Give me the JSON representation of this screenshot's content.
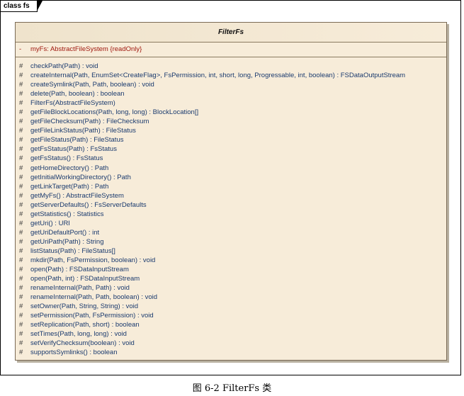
{
  "frame": {
    "label": "class fs"
  },
  "class": {
    "name": "FilterFs",
    "attributes": [
      {
        "vis": "-",
        "text": "myFs:  AbstractFileSystem {readOnly}"
      }
    ],
    "operations": [
      {
        "vis": "#",
        "text": "checkPath(Path) : void"
      },
      {
        "vis": "#",
        "text": "createInternal(Path, EnumSet<CreateFlag>, FsPermission, int, short, long, Progressable, int, boolean) : FSDataOutputStream"
      },
      {
        "vis": "#",
        "text": "createSymlink(Path, Path, boolean) : void"
      },
      {
        "vis": "#",
        "text": "delete(Path, boolean) : boolean"
      },
      {
        "vis": "#",
        "text": "FilterFs(AbstractFileSystem)"
      },
      {
        "vis": "#",
        "text": "getFileBlockLocations(Path, long, long) : BlockLocation[]"
      },
      {
        "vis": "#",
        "text": "getFileChecksum(Path) : FileChecksum"
      },
      {
        "vis": "#",
        "text": "getFileLinkStatus(Path) : FileStatus"
      },
      {
        "vis": "#",
        "text": "getFileStatus(Path) : FileStatus"
      },
      {
        "vis": "#",
        "text": "getFsStatus(Path) : FsStatus"
      },
      {
        "vis": "#",
        "text": "getFsStatus() : FsStatus"
      },
      {
        "vis": "#",
        "text": "getHomeDirectory() : Path"
      },
      {
        "vis": "#",
        "text": "getInitialWorkingDirectory() : Path"
      },
      {
        "vis": "#",
        "text": "getLinkTarget(Path) : Path"
      },
      {
        "vis": "#",
        "text": "getMyFs() : AbstractFileSystem"
      },
      {
        "vis": "#",
        "text": "getServerDefaults() : FsServerDefaults"
      },
      {
        "vis": "#",
        "text": "getStatistics() : Statistics"
      },
      {
        "vis": "#",
        "text": "getUri() : URI"
      },
      {
        "vis": "#",
        "text": "getUriDefaultPort() : int"
      },
      {
        "vis": "#",
        "text": "getUriPath(Path) : String"
      },
      {
        "vis": "#",
        "text": "listStatus(Path) : FileStatus[]"
      },
      {
        "vis": "#",
        "text": "mkdir(Path, FsPermission, boolean) : void"
      },
      {
        "vis": "#",
        "text": "open(Path) : FSDataInputStream"
      },
      {
        "vis": "#",
        "text": "open(Path, int) : FSDataInputStream"
      },
      {
        "vis": "#",
        "text": "renameInternal(Path, Path) : void"
      },
      {
        "vis": "#",
        "text": "renameInternal(Path, Path, boolean) : void"
      },
      {
        "vis": "#",
        "text": "setOwner(Path, String, String) : void"
      },
      {
        "vis": "#",
        "text": "setPermission(Path, FsPermission) : void"
      },
      {
        "vis": "#",
        "text": "setReplication(Path, short) : boolean"
      },
      {
        "vis": "#",
        "text": "setTimes(Path, long, long) : void"
      },
      {
        "vis": "#",
        "text": "setVerifyChecksum(boolean) : void"
      },
      {
        "vis": "#",
        "text": "supportsSymlinks() : boolean"
      }
    ]
  },
  "caption": "图 6-2 FilterFs 类"
}
